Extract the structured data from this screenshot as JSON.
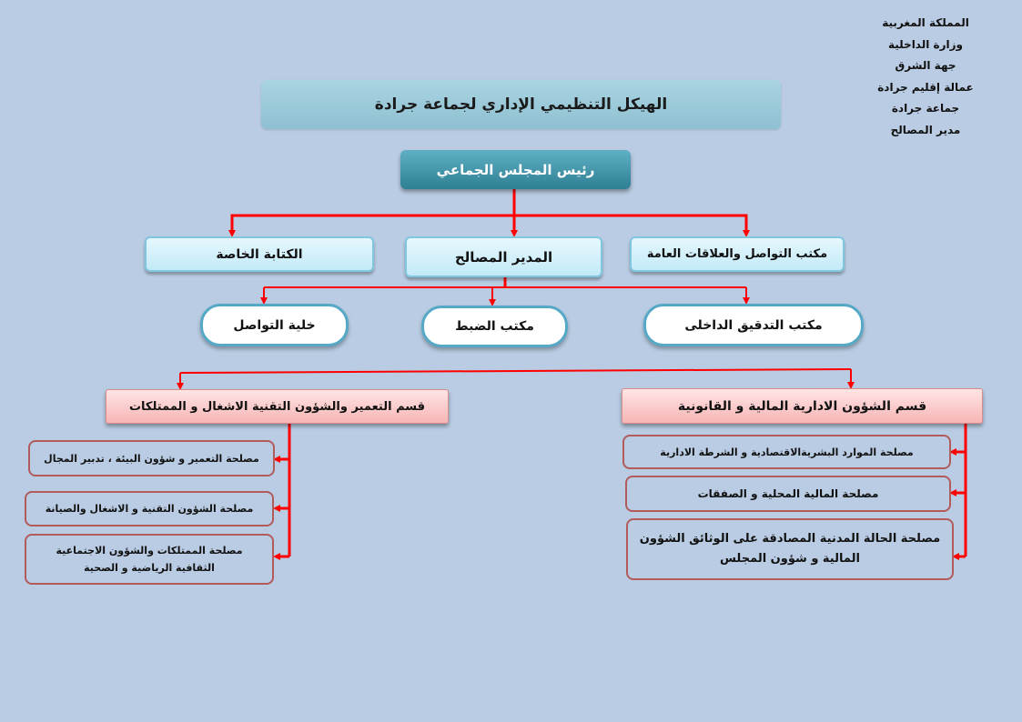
{
  "header": {
    "lines": [
      "المملكة المغربية",
      "وزارة الداخلية",
      "جهة الشرق",
      "عمالة إقليم جرادة",
      "جماعة جرادة",
      "مدير المصالح"
    ]
  },
  "title": "الهيكل التنظيمي الإداري لجماعة جرادة",
  "president": "رئيس المجلس الجماعي",
  "level2": {
    "private_office": "الكتابة الخاصة",
    "services_director": "المدير المصالح",
    "communication_office": "مكتب التواصل والعلاقات العامة"
  },
  "level3": {
    "communication_cell": "خلية التواصل",
    "control_office": "مكتب الضبط",
    "internal_audit": "مكتب التدقيق  الداخلى"
  },
  "departments": {
    "urban_technical": "قسم التعمير والشؤون التقنية الاشغال و الممتلكات",
    "admin_financial_legal": "قسم الشؤون الادارية المالية و القانونية"
  },
  "services_left": [
    "مصلحة التعمير و شؤون البيئة ، تدبير المجال",
    "مصلحة الشؤون التقنية و الاشغال والصيانة",
    "مصلحة الممتلكات والشؤون الاجتماعية الثقافية الرياضية و الصحية"
  ],
  "services_right": [
    "مصلحة  الموارد البشريةالاقتصادية و الشرطة الادارية",
    "مصلحة المالية المحلية و الصفقات",
    "مصلحة  الحالة المدنية المصادقة على الوثائق الشؤون المالية و شؤون المجلس"
  ],
  "colors": {
    "background": "#b9cce3",
    "connector": "#ff0000",
    "president": "#2e7f93",
    "title_box": "#9fcbdb",
    "department": "#f7b5b5"
  }
}
